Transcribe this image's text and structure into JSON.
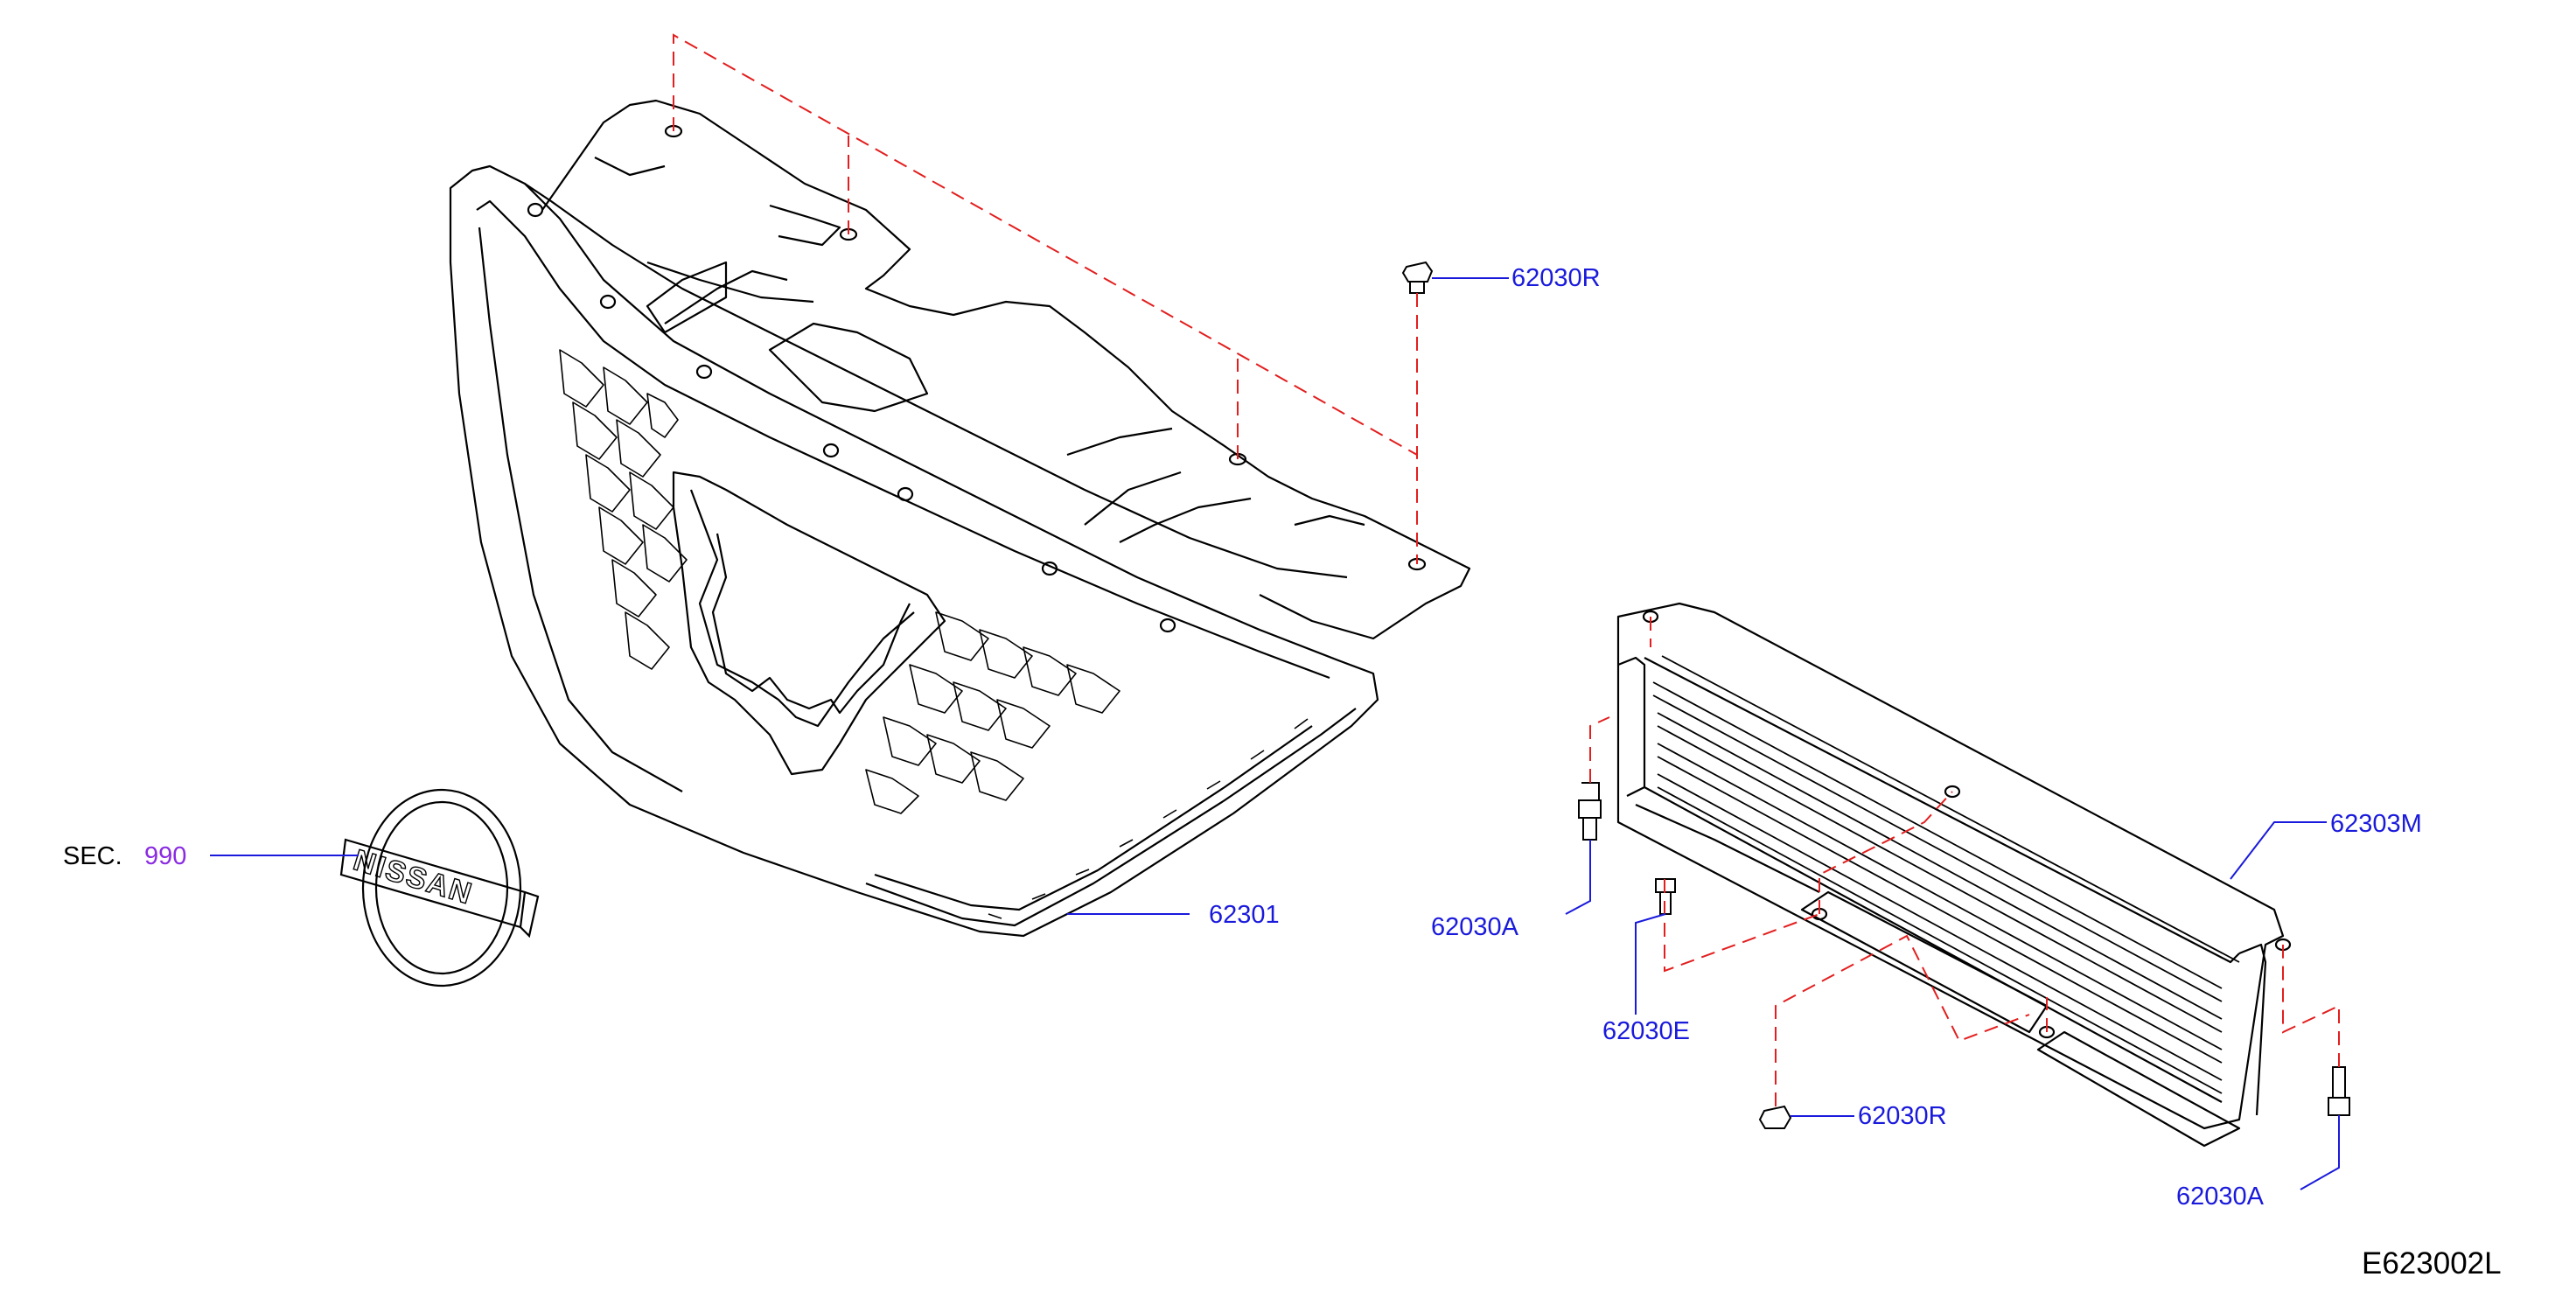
{
  "callouts": {
    "c62030r_top": "62030R",
    "c62303m": "62303M",
    "c62030a_left": "62030A",
    "c62030e": "62030E",
    "c62030r_bottom": "62030R",
    "c62030a_right": "62030A",
    "c62301": "62301",
    "sec_prefix": "SEC.",
    "sec_number": "990"
  },
  "emblem_text": "NISSAN",
  "diagram_code": "E623002L",
  "colors": {
    "callout_text": "#1a1adc",
    "section_link": "#8a2be2",
    "leader_line": "#1a1adc",
    "dashed_line": "#e31e1e",
    "outline": "#000000"
  }
}
